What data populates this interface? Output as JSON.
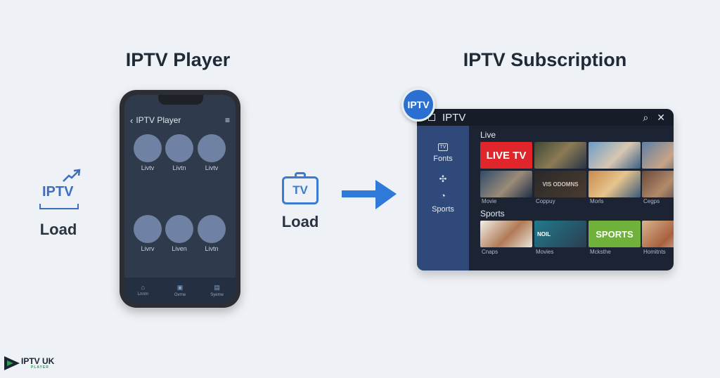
{
  "headings": {
    "left": "IPTV Player",
    "right": "IPTV Subscription"
  },
  "phone": {
    "title": "IPTV Player",
    "back_glyph": "‹",
    "menu_glyph": "≡",
    "channels_top": [
      "Livtv",
      "Livtn",
      "Livtv"
    ],
    "channels_bottom": [
      "Livrv",
      "Liven",
      "Livtn"
    ],
    "nav": [
      {
        "icon": "home-icon",
        "label": "Lnnm"
      },
      {
        "icon": "tv-icon",
        "label": "Ovrne"
      },
      {
        "icon": "book-icon",
        "label": "Syeme"
      }
    ]
  },
  "left_load": {
    "logo_text": "IPTV",
    "label": "Load"
  },
  "mid_load": {
    "icon_text": "TV",
    "label": "Load"
  },
  "subscription": {
    "badge": "IPTV",
    "top_title": "IPTV",
    "sidebar": [
      {
        "icon": "tv-icon",
        "icon_text": "TV",
        "label": "Fonts"
      },
      {
        "icon": "puzzle-icon",
        "label": ""
      },
      {
        "icon": "ball-icon",
        "label": "Sports"
      }
    ],
    "sections": [
      {
        "title": "Live",
        "row1": [
          {
            "kind": "livetv",
            "text": "LIVE TV",
            "label": ""
          },
          {
            "kind": "photo",
            "text": "",
            "label": ""
          },
          {
            "kind": "photo",
            "text": "",
            "label": ""
          },
          {
            "kind": "photo",
            "text": "",
            "label": ""
          }
        ],
        "row2": [
          {
            "kind": "photo",
            "text": "",
            "label": "Movie"
          },
          {
            "kind": "photo",
            "text": "VIS ODOMNS",
            "label": "Coppuy"
          },
          {
            "kind": "photo",
            "text": "",
            "label": "Morls"
          },
          {
            "kind": "photo",
            "text": "",
            "label": "Cegps"
          }
        ]
      },
      {
        "title": "Sports",
        "row1": [
          {
            "kind": "photo",
            "text": "",
            "label": "Cnaps"
          },
          {
            "kind": "photo",
            "text": "NOIL",
            "label": "Movies"
          },
          {
            "kind": "sports",
            "text": "SPORTS",
            "label": "Mcksthe"
          },
          {
            "kind": "photo",
            "text": "",
            "label": "Homitnts"
          }
        ]
      }
    ]
  },
  "brand": {
    "name": "IPTV UK",
    "sub": "PLAYER"
  },
  "colors": {
    "accent": "#3c7bd0",
    "live_red": "#e0262b",
    "sports_green": "#6fb13b",
    "panel_dark": "#1c2433",
    "sidebar_blue": "#2f4a7a"
  }
}
